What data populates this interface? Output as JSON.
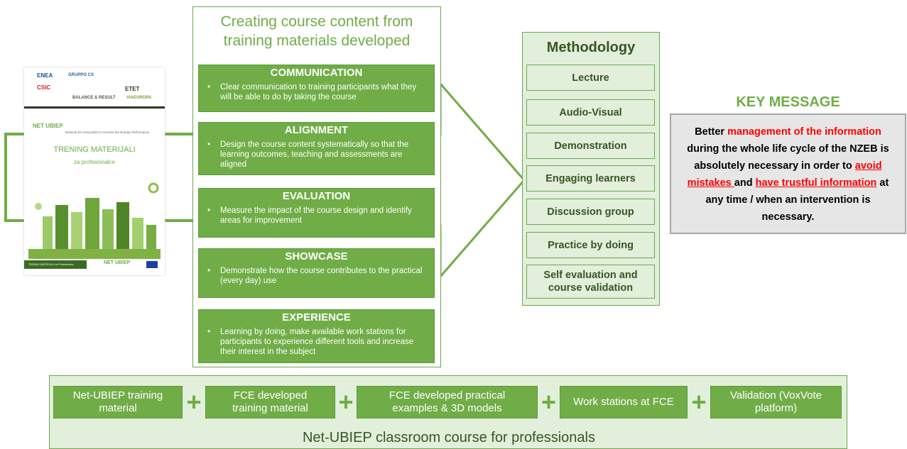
{
  "colors": {
    "accent": "#70ad47",
    "panel_border": "#6aa84f",
    "light_panel": "#e2efda",
    "key_red": "#ff0000",
    "key_panel": "#e6e6e6"
  },
  "center": {
    "title_line1": "Creating course content from",
    "title_line2": "training materials developed",
    "items": [
      {
        "heading": "COMMUNICATION",
        "text": "Clear communication to training participants what they will be able to do by taking the course"
      },
      {
        "heading": "ALIGNMENT",
        "text": "Design the course content systematically so that the learning outcomes, teaching and assessments are aligned"
      },
      {
        "heading": "EVALUATION",
        "text": "Measure the impact of the course design and identify areas for improvement"
      },
      {
        "heading": "SHOWCASE",
        "text": "Demonstrate how the course contributes to the practical (every day) use"
      },
      {
        "heading": "EXPERIENCE",
        "text": "Learning by doing, make available work stations for participants to experience different tools and increase their interest in the subject"
      }
    ]
  },
  "methodology": {
    "title": "Methodology",
    "items": [
      "Lecture",
      "Audio-Visual",
      "Demonstration",
      "Engaging learners",
      "Discussion group",
      "Practice by doing",
      "Self evaluation and course validation"
    ]
  },
  "key": {
    "title": "KEY MESSAGE",
    "p1": "Better ",
    "p2": "management of the information",
    "p3": " during the whole life cycle of the NZEB is absolutely necessary in order to ",
    "p4": "avoid mistakes ",
    "p5": "and ",
    "p6": "have trustful information",
    "p7": " at any time / when an intervention is necessary."
  },
  "cover": {
    "logos": [
      "ENEA",
      "GRUPPO CS",
      "CSIC",
      "ETET",
      "BALANCE & RESULT",
      "VIAEUROPA"
    ],
    "brand": "NET UBIEP",
    "tagline": "Network for Using BIM to Increase the Energy Performance",
    "title": "TRENING MATERIJALI",
    "subtitle": "za profesionalce",
    "footer_label": "TRENING MATERIJALI za Profesionalce"
  },
  "bottom": {
    "items": [
      "Net-UBIEP training material",
      "FCE developed training material",
      "FCE developed practical examples & 3D models",
      "Work stations at FCE",
      "Validation (VoxVote platform)"
    ],
    "plus": "+",
    "caption": "Net-UBIEP classroom course for professionals"
  }
}
